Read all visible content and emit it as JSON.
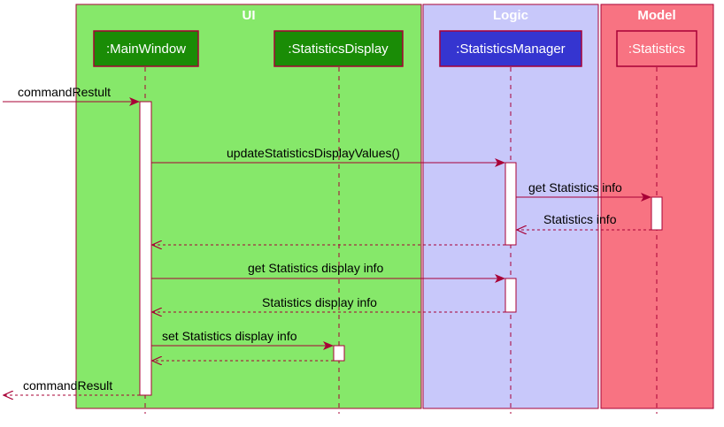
{
  "colors": {
    "ui_area": "#86e86a",
    "logic_area": "#c8c8fa",
    "model_area": "#f87382",
    "ui_box": "#1a8c06",
    "logic_box": "#3535d0",
    "model_box": "#f87382",
    "arrow": "#a80036"
  },
  "groups": {
    "ui": "UI",
    "logic": "Logic",
    "model": "Model"
  },
  "participants": {
    "main_window": ":MainWindow",
    "statistics_display": ":StatisticsDisplay",
    "statistics_manager": ":StatisticsManager",
    "statistics": ":Statistics"
  },
  "messages": {
    "command_restult": "commandRestult",
    "update_values": "updateStatisticsDisplayValues()",
    "get_statistics_info": "get Statistics info",
    "statistics_info": "Statistics info",
    "get_display_info": "get Statistics display info",
    "display_info": "Statistics display info",
    "set_display_info": "set Statistics display info",
    "command_result": "commandResult"
  }
}
